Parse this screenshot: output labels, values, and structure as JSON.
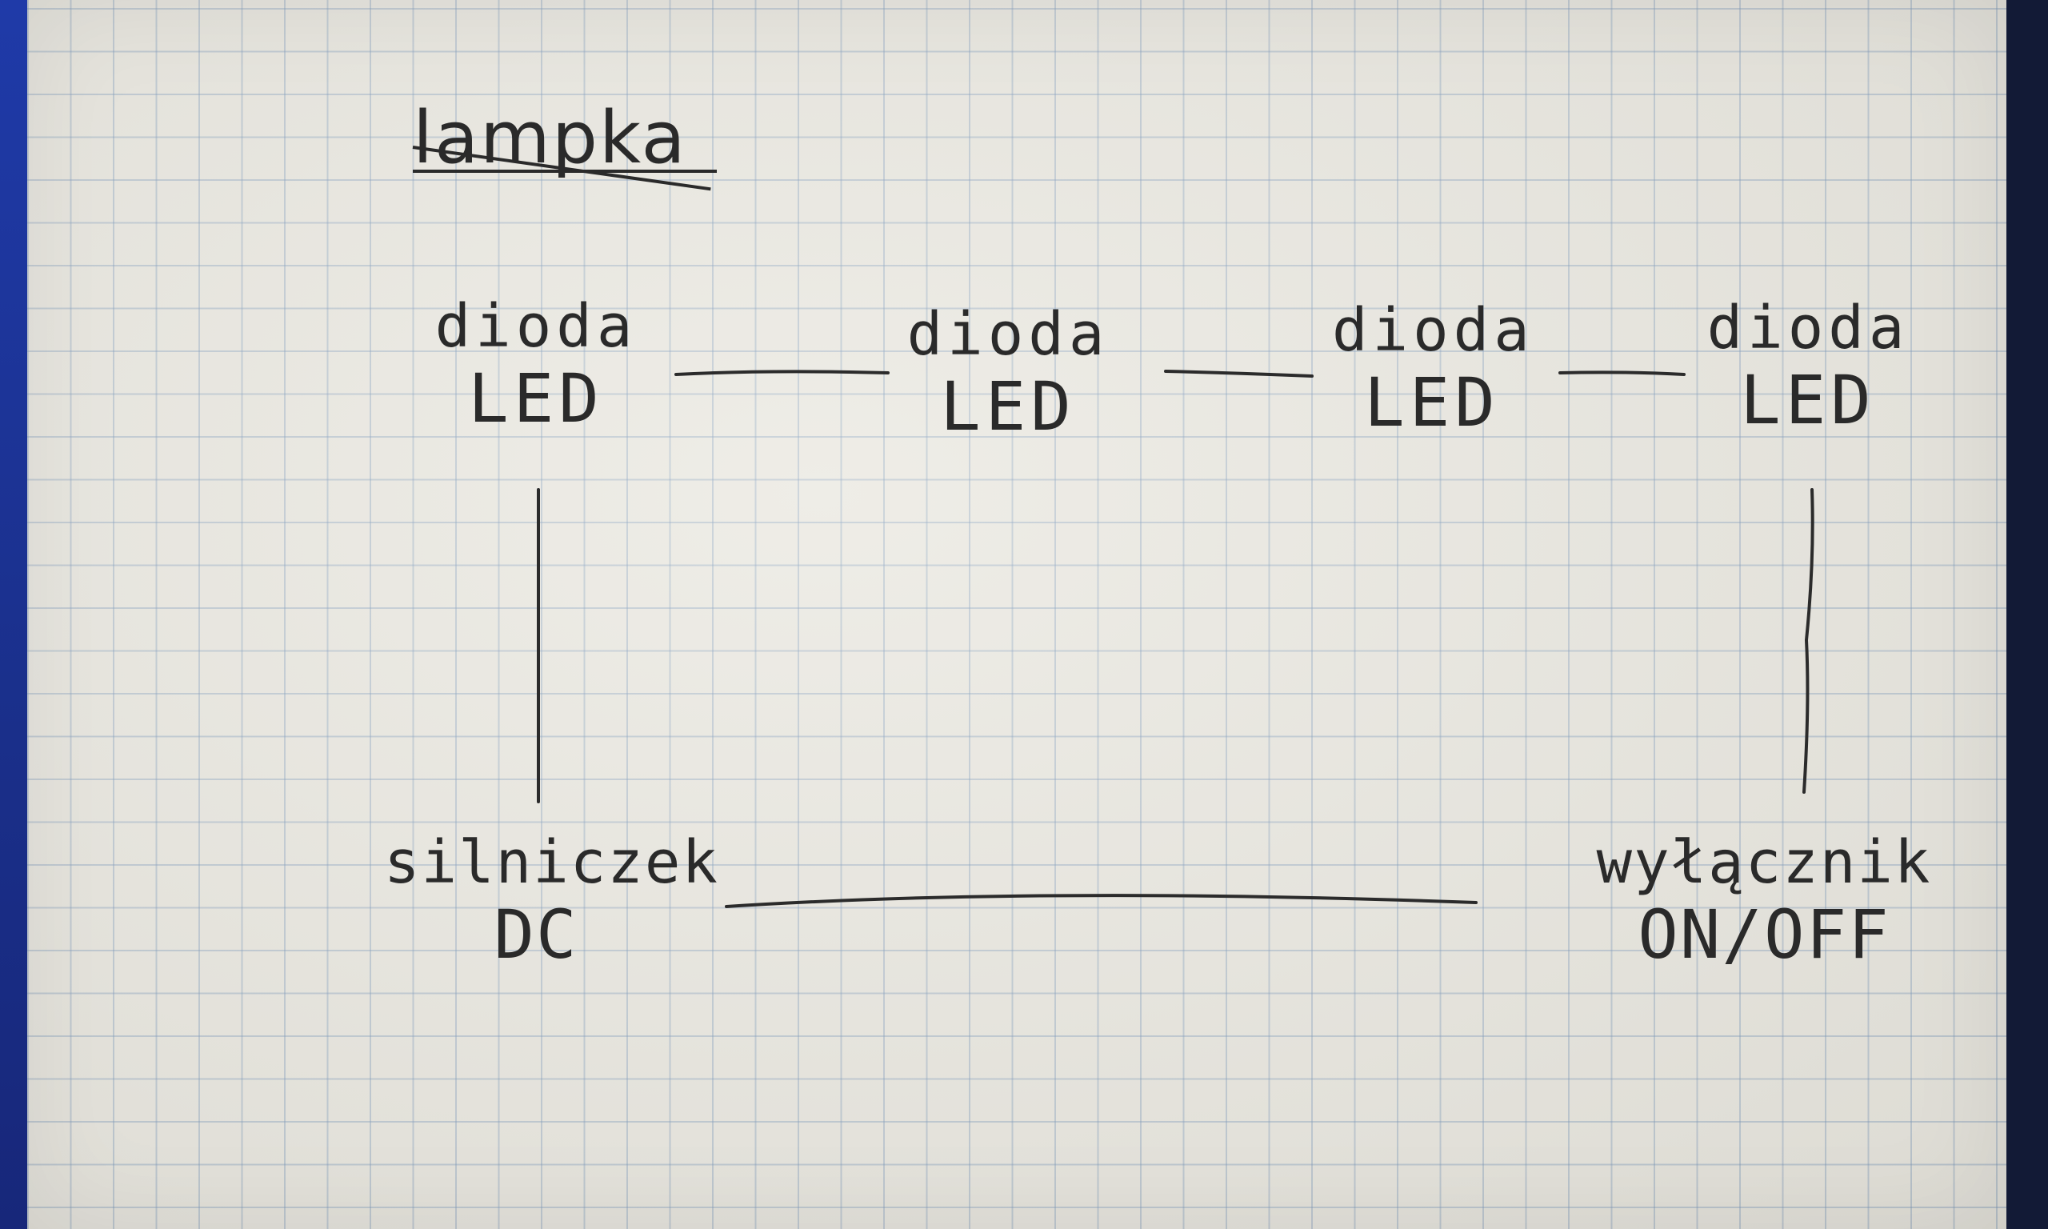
{
  "sheet": {
    "struck_word": "lampka",
    "components": {
      "led1": {
        "line1": "dioda",
        "line2": "LED"
      },
      "led2": {
        "line1": "dioda",
        "line2": "LED"
      },
      "led3": {
        "line1": "dioda",
        "line2": "LED"
      },
      "led4": {
        "line1": "dioda",
        "line2": "LED"
      },
      "motor": {
        "line1": "silniczek",
        "line2": "DC"
      },
      "switch": {
        "line1": "wyłącznik",
        "line2": "ON/OFF"
      }
    }
  },
  "colors": {
    "ink": "#2a2a2a",
    "paper": "#e9e7df",
    "grid": "#7896b9",
    "binder": "#1f3aa8"
  }
}
